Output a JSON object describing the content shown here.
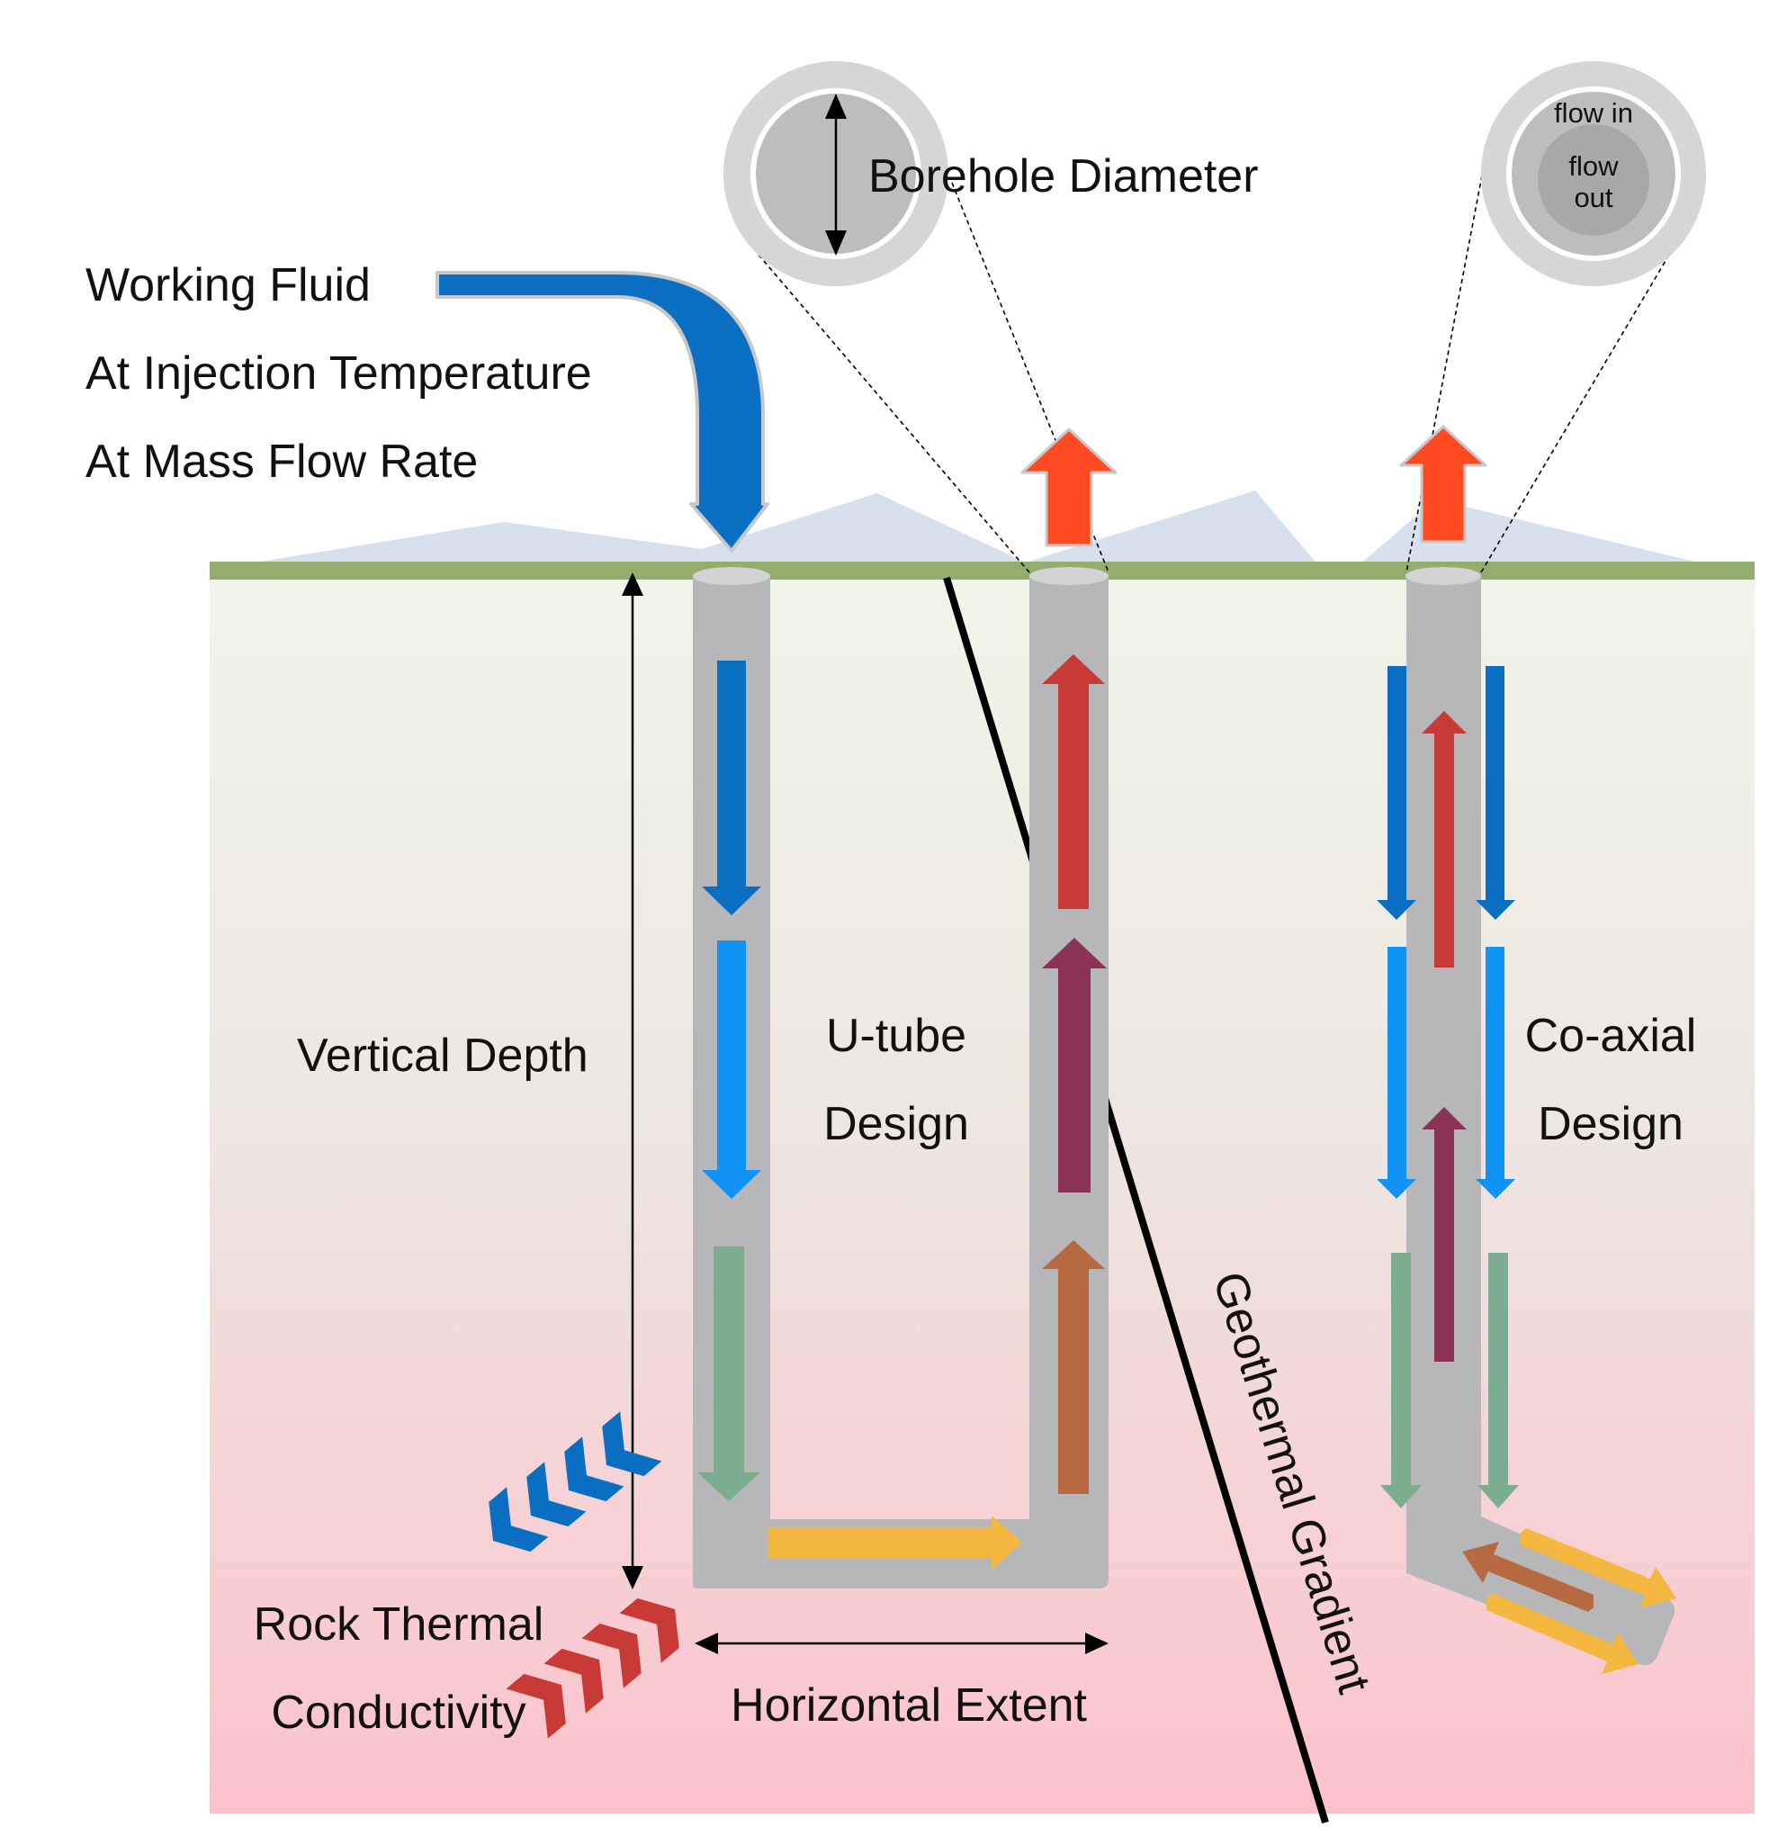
{
  "labels": {
    "working_fluid": "Working Fluid",
    "injection_temperature": "At Injection Temperature",
    "mass_flow_rate": "At Mass Flow Rate",
    "borehole_diameter": "Borehole Diameter",
    "flow_in": "flow in",
    "flow_out_1": "flow",
    "flow_out_2": "out",
    "vertical_depth": "Vertical Depth",
    "utube_1": "U-tube",
    "utube_2": "Design",
    "coaxial_1": "Co-axial",
    "coaxial_2": "Design",
    "geothermal_gradient": "Geothermal Gradient",
    "rock_thermal_1": "Rock Thermal",
    "rock_thermal_2": "Conductivity",
    "horizontal_extent": "Horizontal Extent"
  },
  "colors": {
    "ground_top": "#f1f5ea",
    "ground_bottom": "#fcc2cc",
    "surface_line": "#93ad6e",
    "mountains": "#d6e0ef",
    "pipe": "#b7b7b9",
    "pipe_top": "#d3d3d5",
    "cold_blue": "#0a6fc2",
    "light_blue": "#0f93f5",
    "green": "#7bad8e",
    "yellow": "#f4b740",
    "orange_brown": "#b76a42",
    "maroon": "#8b3354",
    "red": "#c73a35",
    "outlet_orange": "#ff4a22",
    "flow_in_text": "#1a5ea8",
    "flow_out_text": "#b0121a"
  }
}
